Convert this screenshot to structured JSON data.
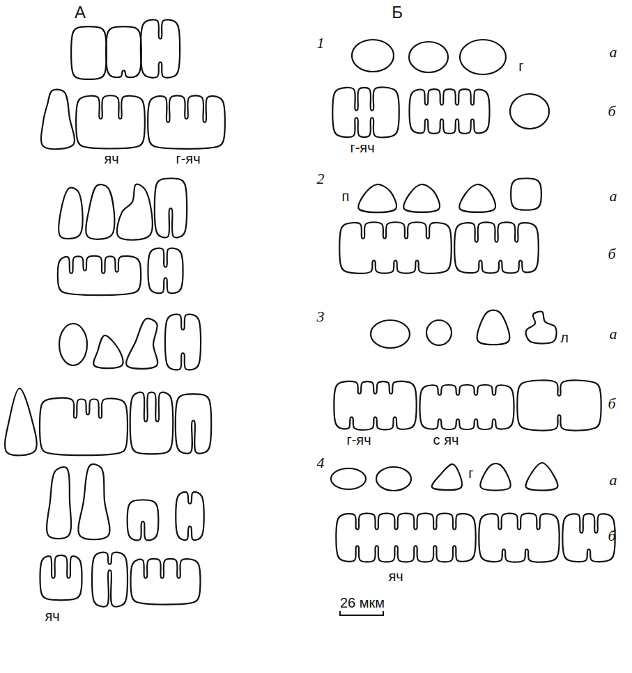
{
  "diagram": {
    "labels": [
      "А",
      "Б",
      "1",
      "г",
      "а",
      "б",
      "яч",
      "г-яч",
      "г-яч",
      "2",
      "п",
      "а",
      "б",
      "3",
      "л",
      "а",
      "б",
      "г-яч",
      "с яч",
      "4",
      "г",
      "а",
      "б",
      "яч",
      "яч",
      "26 мкм"
    ]
  }
}
